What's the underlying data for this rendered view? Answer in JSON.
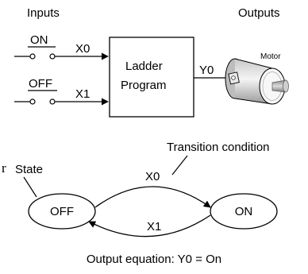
{
  "diagram": {
    "inputs_label": "Inputs",
    "outputs_label": "Outputs",
    "switch_on_label": "ON",
    "switch_off_label": "OFF",
    "input_x0_label": "X0",
    "input_x1_label": "X1",
    "program_line1": "Ladder",
    "program_line2": "Program",
    "output_y0_label": "Y0",
    "motor_label": "Motor",
    "fragment_r": "r",
    "state_label": "State",
    "transition_label": "Transition condition",
    "state_off": "OFF",
    "state_on": "ON",
    "arc_top_label": "X0",
    "arc_bottom_label": "X1",
    "output_equation": "Output equation: Y0 = On"
  }
}
